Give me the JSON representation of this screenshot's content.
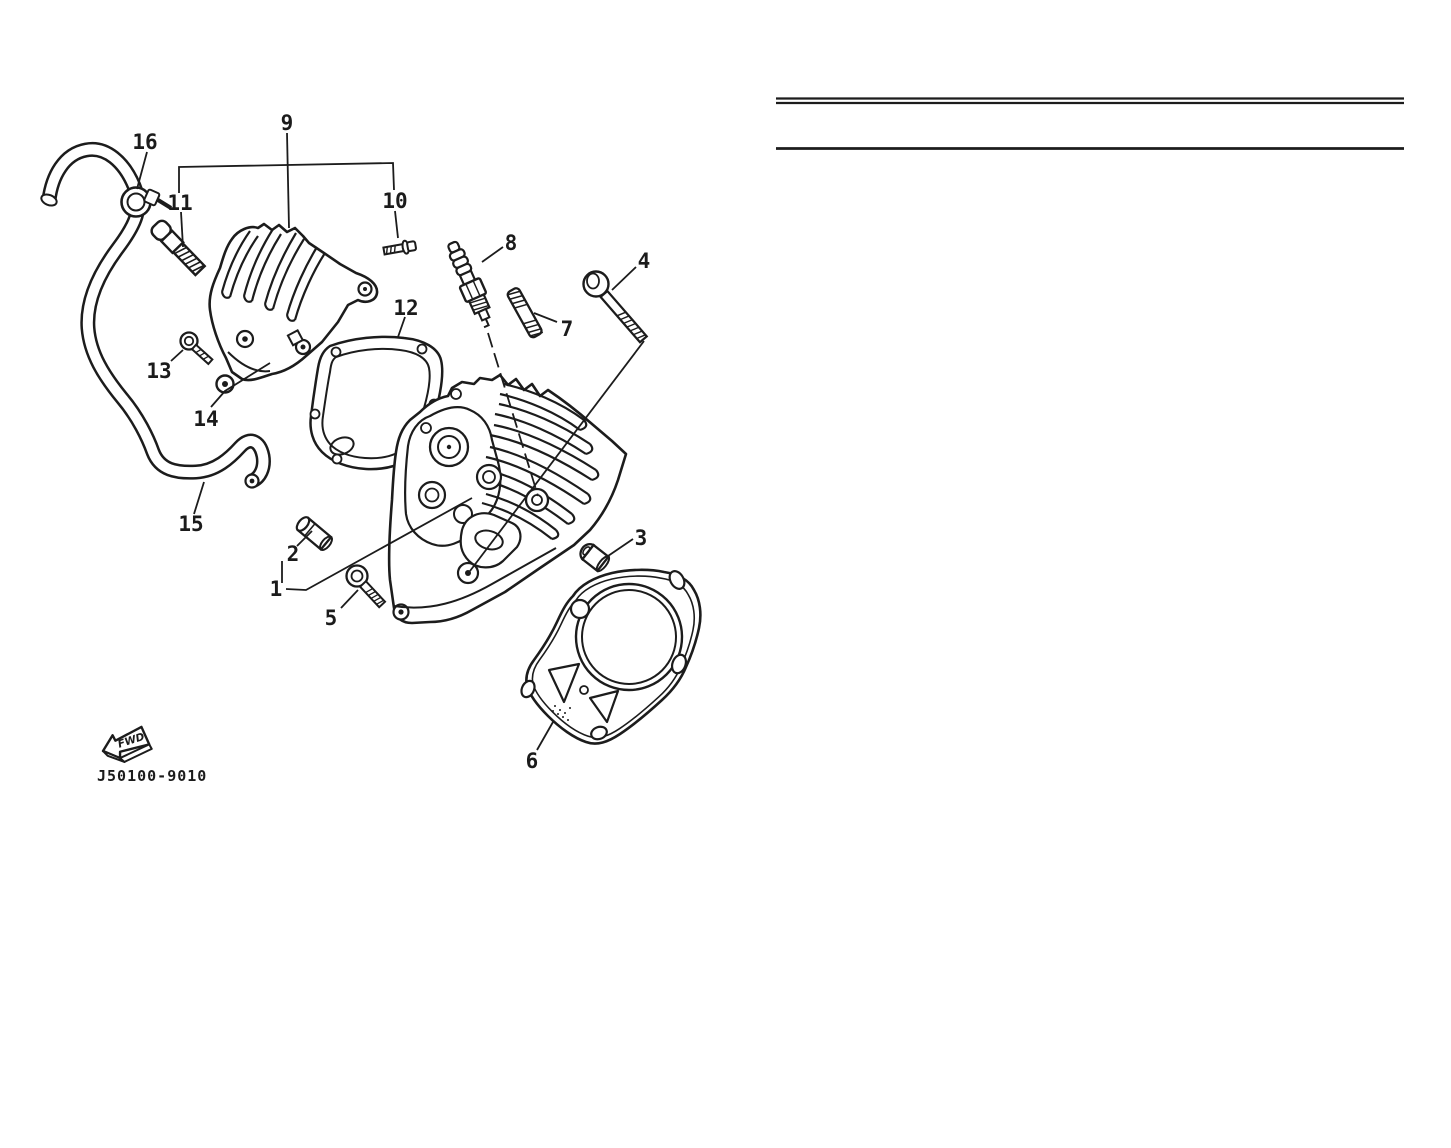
{
  "diagram": {
    "part_code": "J50100-9010",
    "fwd_label": "FWD",
    "callouts": [
      {
        "number": "1"
      },
      {
        "number": "2"
      },
      {
        "number": "3"
      },
      {
        "number": "4"
      },
      {
        "number": "5"
      },
      {
        "number": "6"
      },
      {
        "number": "7"
      },
      {
        "number": "8"
      },
      {
        "number": "9"
      },
      {
        "number": "10"
      },
      {
        "number": "11"
      },
      {
        "number": "12"
      },
      {
        "number": "13"
      },
      {
        "number": "14"
      },
      {
        "number": "15"
      },
      {
        "number": "16"
      }
    ]
  }
}
